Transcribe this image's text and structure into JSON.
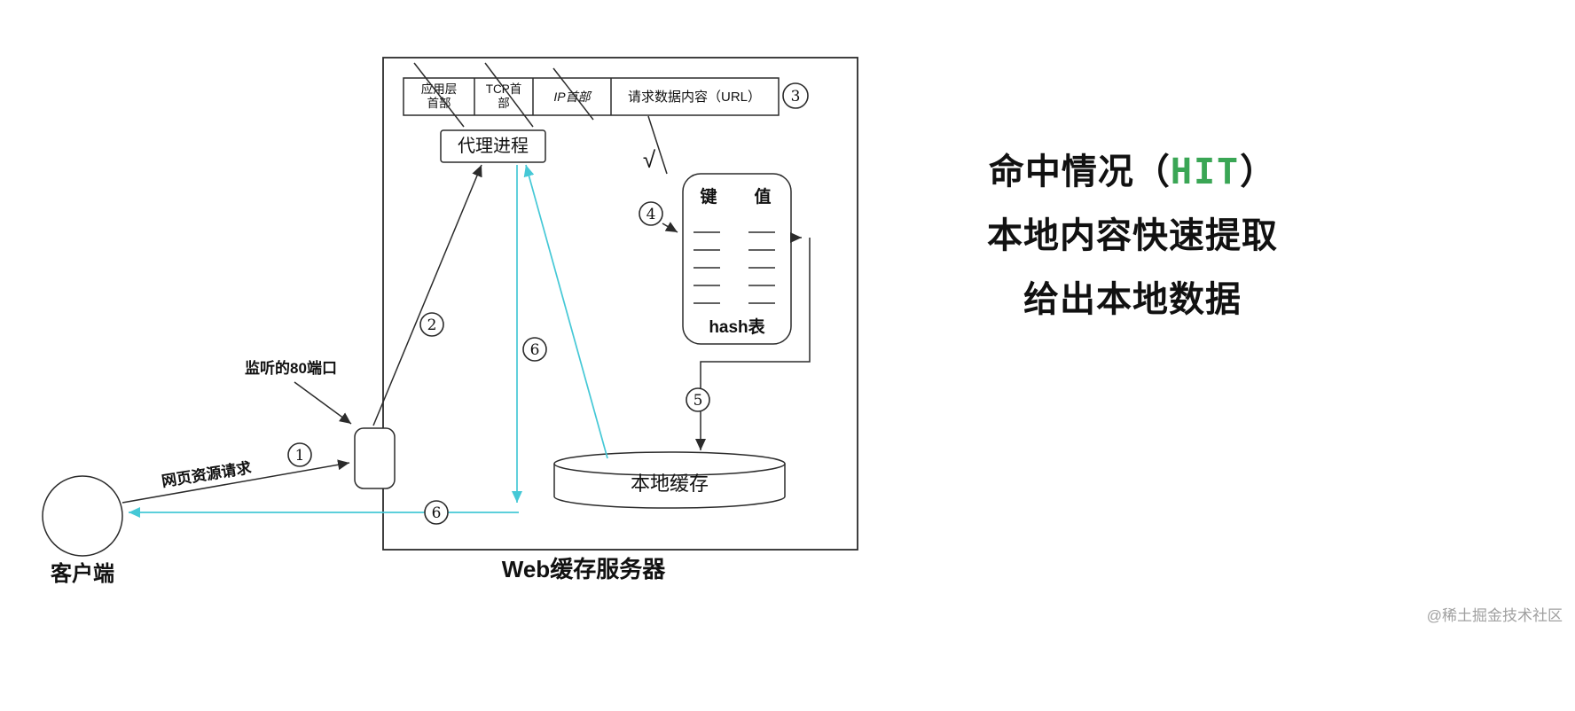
{
  "diagram": {
    "packet": {
      "seg1_line1": "应用层",
      "seg1_line2": "首部",
      "seg2_line1": "TCP首",
      "seg2_line2": "部",
      "seg3": "IP首部",
      "seg4": "请求数据内容（URL）"
    },
    "proxy_label": "代理进程",
    "checkmark": "√",
    "hash": {
      "key_header": "键",
      "value_header": "值",
      "label": "hash表"
    },
    "cache_label": "本地缓存",
    "port_label": "监听的80端口",
    "request_label": "网页资源请求",
    "client_label": "客户端",
    "server_label": "Web缓存服务器",
    "steps": {
      "s1": "1",
      "s2": "2",
      "s3": "3",
      "s4": "4",
      "s5": "5",
      "s6": "6"
    },
    "colors": {
      "cyan_arrow": "#45c8d6",
      "line": "#2b2b2b"
    }
  },
  "annotation": {
    "line1_prefix": "命中情况（",
    "line1_highlight": "HIT",
    "line1_suffix": "）",
    "line2": "本地内容快速提取",
    "line3": "给出本地数据",
    "highlight_color": "#3aa655"
  },
  "watermark": "@稀土掘金技术社区"
}
